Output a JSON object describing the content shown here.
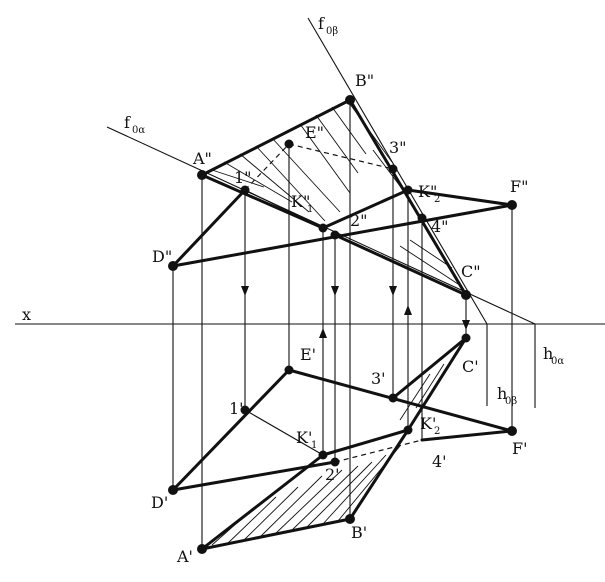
{
  "labels": {
    "x": "x",
    "f_beta": "f",
    "f_beta_sub": "0β",
    "f_alpha": "f",
    "f_alpha_sub": "0α",
    "h_alpha": "h",
    "h_alpha_sub": "0α",
    "h_beta": "h",
    "h_beta_sub": "0β",
    "B2": "B\"",
    "E2": "E\"",
    "A2": "A\"",
    "p1_2": "1\"",
    "p3_2": "3\"",
    "K1_2_main": "K\"",
    "K1_2_sub": "1",
    "K2_2_main": "K\"",
    "K2_2_sub": "2",
    "F2": "F\"",
    "p2_2": "2\"",
    "p4_2": "4\"",
    "D2": "D\"",
    "C2": "C\"",
    "E1": "E'",
    "C1": "C'",
    "p3_1": "3'",
    "p1_1": "1'",
    "K2_1_main": "K'",
    "K2_1_sub": "2",
    "K1_1_main": "K'",
    "K1_1_sub": "1",
    "F1": "F'",
    "p4_1": "4'",
    "p2_1": "2'",
    "D1": "D'",
    "B1": "B'",
    "A1": "A'"
  }
}
